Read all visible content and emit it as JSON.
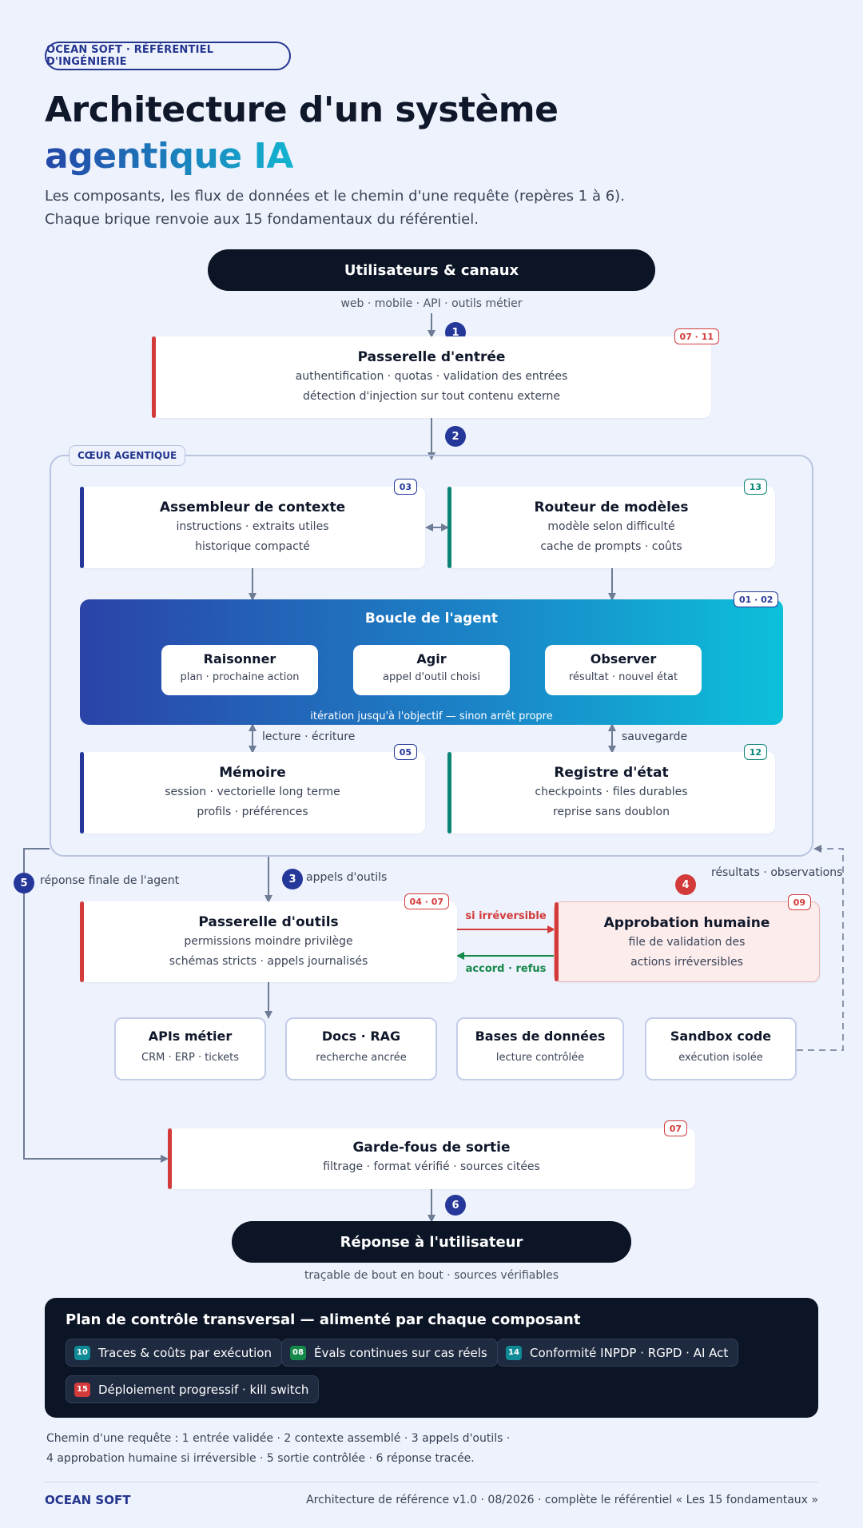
{
  "header": {
    "badge": "OCEAN SOFT · RÉFÉRENTIEL D'INGÉNIERIE",
    "title_line1": "Architecture d'un système",
    "title_line2": "agentique IA",
    "subtitle_line1": "Les composants, les flux de données et le chemin d'une requête (repères 1 à 6).",
    "subtitle_line2": "Chaque brique renvoie aux 15 fondamentaux du référentiel."
  },
  "users": {
    "label": "Utilisateurs & canaux",
    "caption": "web · mobile · API · outils métier"
  },
  "gateway": {
    "title": "Passerelle d'entrée",
    "line1": "authentification · quotas · validation des entrées",
    "line2": "détection d'injection sur tout contenu externe",
    "tag": "07 · 11"
  },
  "core": {
    "label": "CŒUR AGENTIQUE",
    "assembler": {
      "title": "Assembleur de contexte",
      "line1": "instructions · extraits utiles",
      "line2": "historique compacté",
      "tag": "03"
    },
    "router": {
      "title": "Routeur de modèles",
      "line1": "modèle selon difficulté",
      "line2": "cache de prompts · coûts",
      "tag": "13"
    },
    "loop": {
      "title": "Boucle de l'agent",
      "tag": "01 · 02",
      "steps": [
        {
          "title": "Raisonner",
          "sub": "plan · prochaine action"
        },
        {
          "title": "Agir",
          "sub": "appel d'outil choisi"
        },
        {
          "title": "Observer",
          "sub": "résultat · nouvel état"
        }
      ],
      "note": "itération jusqu'à l'objectif — sinon arrêt propre"
    },
    "rw_label": "lecture · écriture",
    "save_label": "sauvegarde",
    "memory": {
      "title": "Mémoire",
      "line1": "session · vectorielle long terme",
      "line2": "profils · préférences",
      "tag": "05"
    },
    "state": {
      "title": "Registre d'état",
      "line1": "checkpoints · files durables",
      "line2": "reprise sans doublon",
      "tag": "12"
    }
  },
  "steps": {
    "n1": "1",
    "n2": "2",
    "n3": "3",
    "n4": "4",
    "n5": "5",
    "n6": "6"
  },
  "flow": {
    "final_response": "réponse finale de l'agent",
    "tool_calls": "appels d'outils",
    "results": "résultats · observations",
    "if_irreversible": "si irréversible",
    "accord": "accord · refus"
  },
  "tools_gateway": {
    "title": "Passerelle d'outils",
    "line1": "permissions moindre privilège",
    "line2": "schémas stricts · appels journalisés",
    "tag": "04 · 07"
  },
  "approval": {
    "title": "Approbation humaine",
    "line1": "file de validation des",
    "line2": "actions irréversibles",
    "tag": "09"
  },
  "tools": [
    {
      "title": "APIs métier",
      "sub": "CRM · ERP · tickets"
    },
    {
      "title": "Docs · RAG",
      "sub": "recherche ancrée"
    },
    {
      "title": "Bases de données",
      "sub": "lecture contrôlée"
    },
    {
      "title": "Sandbox code",
      "sub": "exécution isolée"
    }
  ],
  "guardrails": {
    "title": "Garde-fous de sortie",
    "line": "filtrage · format vérifié · sources citées",
    "tag": "07"
  },
  "response": {
    "label": "Réponse à l'utilisateur",
    "caption": "traçable de bout en bout · sources vérifiables"
  },
  "control": {
    "title": "Plan de contrôle transversal — alimenté par chaque composant",
    "chips": [
      {
        "num": "10",
        "label": "Traces & coûts par exécution"
      },
      {
        "num": "08",
        "label": "Évals continues sur cas réels"
      },
      {
        "num": "14",
        "label": "Conformité INPDP · RGPD · AI Act"
      },
      {
        "num": "15",
        "label": "Déploiement progressif · kill switch"
      }
    ]
  },
  "footer": {
    "note_line1": "Chemin d'une requête : 1 entrée validée · 2 contexte assemblé · 3 appels d'outils ·",
    "note_line2": "4 approbation humaine si irréversible · 5 sortie contrôlée · 6 réponse tracée.",
    "brand": "OCEAN SOFT",
    "version": "Architecture de référence v1.0 · 08/2026 · complète le référentiel « Les 15 fondamentaux »"
  },
  "colors": {
    "red": "#d33b3b",
    "navy": "#26379a",
    "teal": "#0b8475",
    "green": "#15894a",
    "dark": "#0c1526"
  }
}
